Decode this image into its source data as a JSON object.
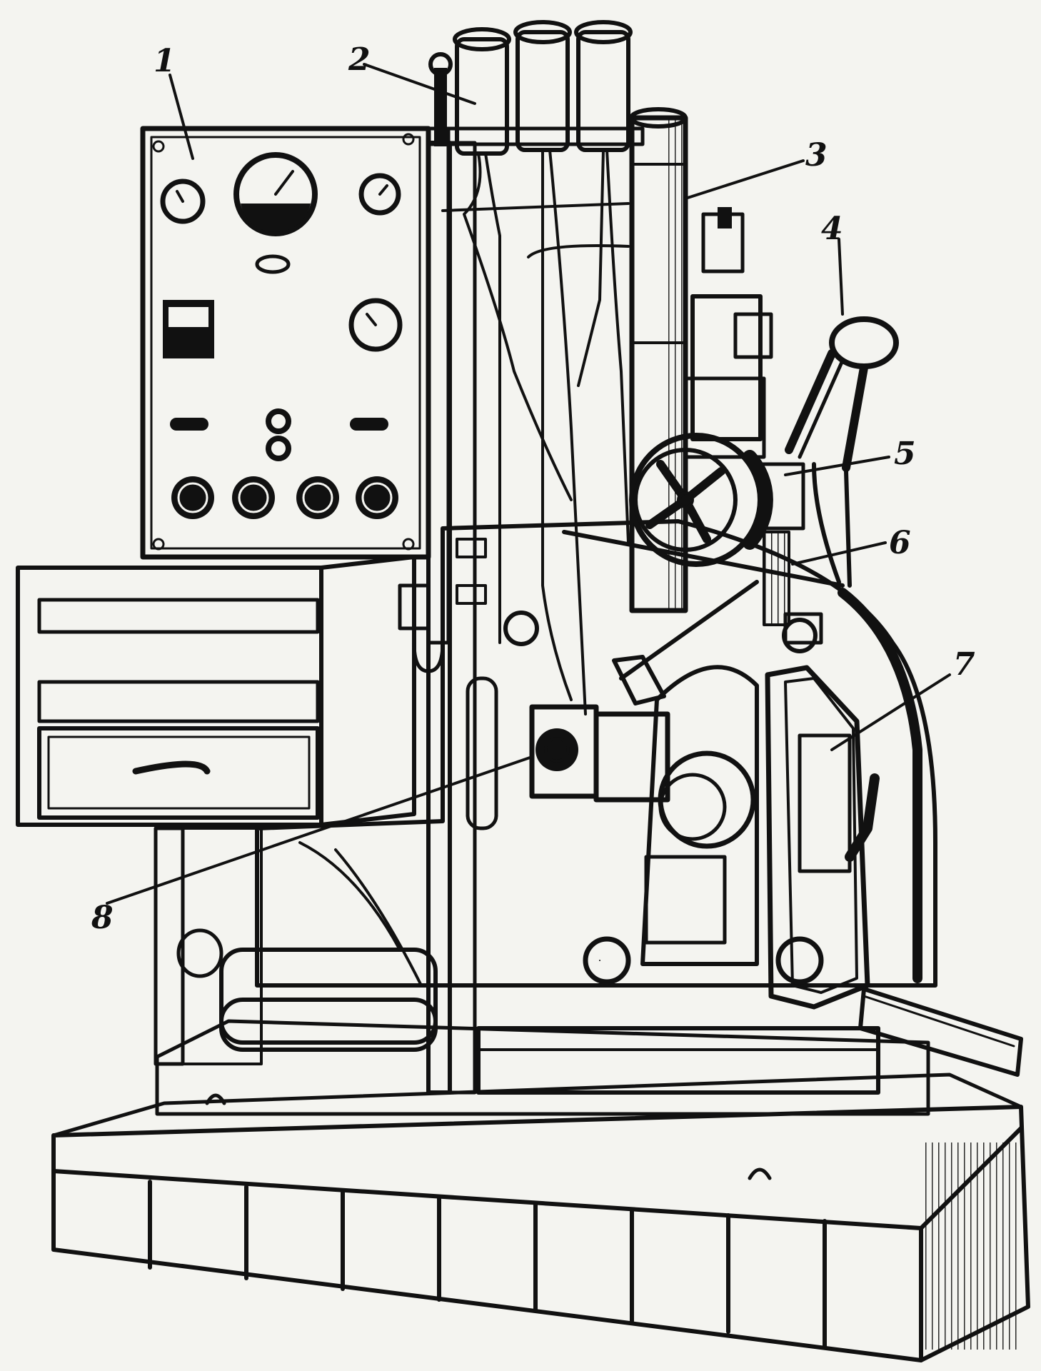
{
  "callouts": [
    {
      "id": "1",
      "label": "1"
    },
    {
      "id": "2",
      "label": "2"
    },
    {
      "id": "3",
      "label": "3"
    },
    {
      "id": "4",
      "label": "4"
    },
    {
      "id": "5",
      "label": "5"
    },
    {
      "id": "6",
      "label": "6"
    },
    {
      "id": "7",
      "label": "7"
    },
    {
      "id": "8",
      "label": "8"
    }
  ],
  "colors": {
    "ink": "#111111",
    "paper": "#f4f4f0"
  }
}
